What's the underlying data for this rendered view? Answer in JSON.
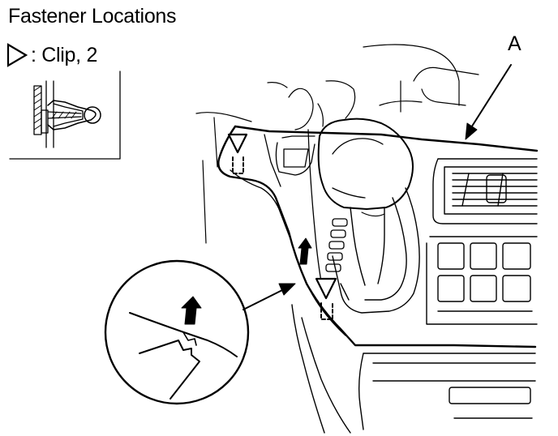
{
  "title": "Fastener Locations",
  "legend": {
    "symbol": "clip-symbol-triangle",
    "label": ": Clip, 2"
  },
  "callout": {
    "label": "A"
  }
}
